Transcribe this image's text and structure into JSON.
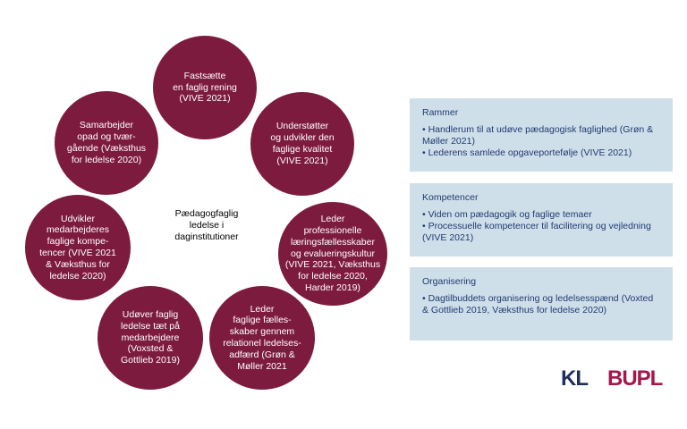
{
  "diagram": {
    "center_label": "Pædagogfaglig\nledelse i\ndaginstitutioner",
    "circle_color": "#7d1b3f",
    "circles": [
      {
        "text": "Fastsætte\nen faglig rening\n(VIVE 2021)"
      },
      {
        "text": "Understøtter\nog udvikler den\nfaglige kvalitet\n(VIVE 2021)"
      },
      {
        "text": "Leder\nprofessionelle\nlæringsfællesskaber\nog evalueringskultur\n(VIVE 2021, Vækst­hus\nfor ledelse 2020,\nHarder 2019)"
      },
      {
        "text": "Leder\nfaglige fælles-\nskaber gennem\nrelationel ledelses-\nadfærd (Grøn &\nMøller 2021"
      },
      {
        "text": "Udøver faglig\nledelse tæt på\nmedarbejdere\n(Voxsted &\nGottlieb 2019)"
      },
      {
        "text": "Udvikler\nmedarbejderes\nfaglige kompe-\ntencer (VIVE 2021\n& Vækst­hus for\nledelse 2020)"
      },
      {
        "text": "Samarbejder\nopad og tvær-\ngående (Vækst­hus\nfor ledelse 2020)"
      }
    ]
  },
  "panels": [
    {
      "title": "Rammer",
      "items": [
        "• Handlerum til at udøve pædagogisk faglighed (Grøn & Møller 2021)",
        "• Lederens samlede opgaveportefølje (VIVE 2021)"
      ]
    },
    {
      "title": "Kompetencer",
      "items": [
        "• Viden om pædagogik og faglige temaer",
        "• Processuelle kompetencer til facilitering og vejledning (VIVE 2021)"
      ]
    },
    {
      "title": "Organisering",
      "items": [
        "• Dagtilbuddets organisering og ledelsesspænd (Voxted & Gottlieb 2019, Vækst­hus for ledelse 2020)"
      ]
    }
  ],
  "logos": {
    "kl": "KL",
    "kl_color": "#1f2f5c",
    "bupl": "BUPL",
    "bupl_color": "#a3174a"
  },
  "panel_bg": "#cfdfea",
  "panel_text_color": "#1f3a6e"
}
